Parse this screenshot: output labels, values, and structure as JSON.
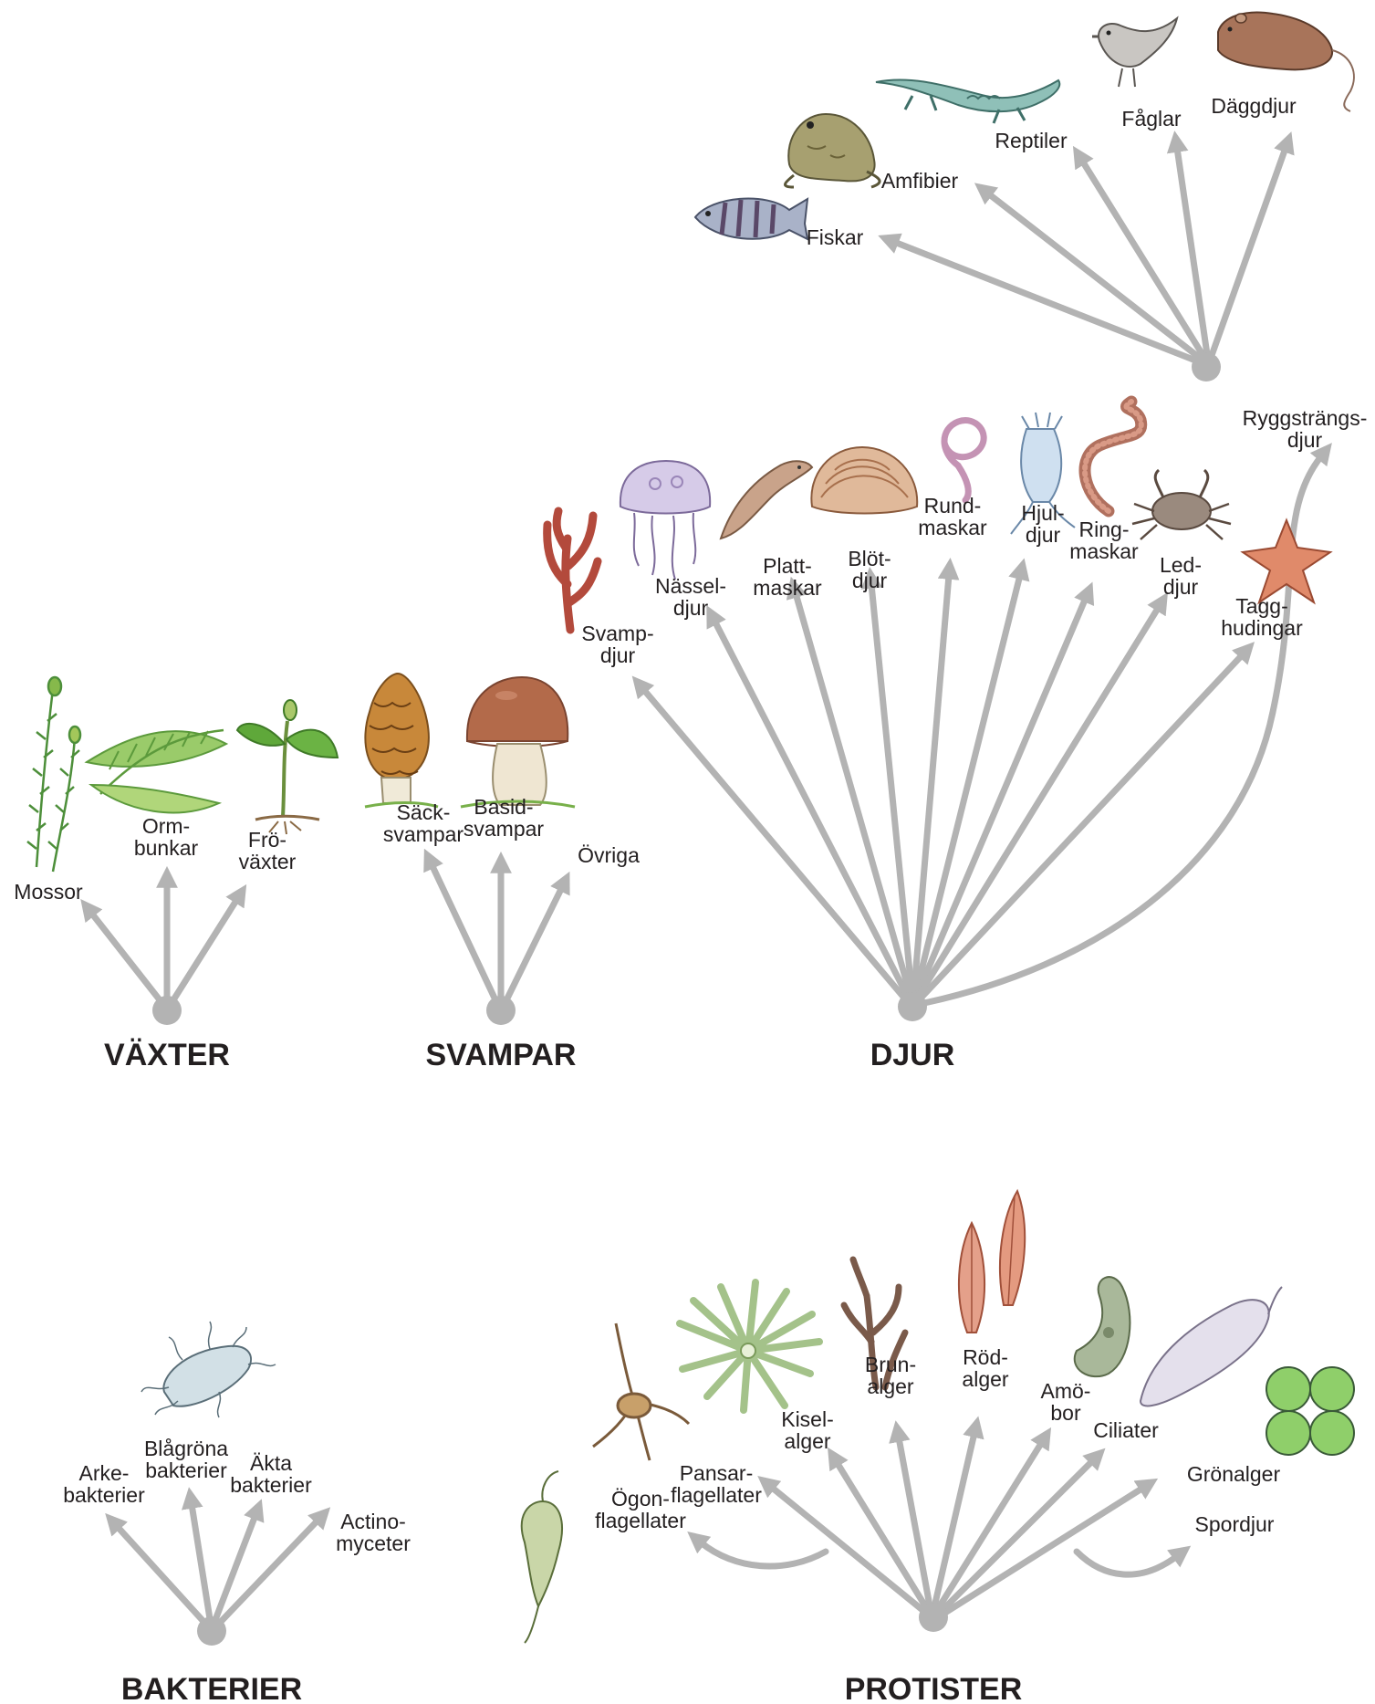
{
  "colors": {
    "arrow": "#b3b3b3",
    "text": "#231f20",
    "background": "#ffffff"
  },
  "groups": {
    "vaxter": {
      "title": "VÄXTER",
      "branches": [
        {
          "label": [
            "Mossor"
          ],
          "icon": "moss-icon"
        },
        {
          "label": [
            "Orm-",
            "bunkar"
          ],
          "icon": "fern-icon"
        },
        {
          "label": [
            "Frö-",
            "växter"
          ],
          "icon": "seedling-icon"
        }
      ]
    },
    "svampar": {
      "title": "SVAMPAR",
      "branches": [
        {
          "label": [
            "Säck-",
            "svampar"
          ],
          "icon": "morel-icon"
        },
        {
          "label": [
            "Basid-",
            "svampar"
          ],
          "icon": "mushroom-icon"
        },
        {
          "label": [
            "Övriga"
          ]
        }
      ]
    },
    "djur": {
      "title": "DJUR",
      "branches": [
        {
          "label": [
            "Svamp-",
            "djur"
          ],
          "icon": "sponge-icon"
        },
        {
          "label": [
            "Nässel-",
            "djur"
          ],
          "icon": "jellyfish-icon"
        },
        {
          "label": [
            "Platt-",
            "maskar"
          ],
          "icon": "flatworm-icon"
        },
        {
          "label": [
            "Blöt-",
            "djur"
          ],
          "icon": "shell-icon"
        },
        {
          "label": [
            "Rund-",
            "maskar"
          ],
          "icon": "roundworm-icon"
        },
        {
          "label": [
            "Hjul-",
            "djur"
          ],
          "icon": "rotifer-icon"
        },
        {
          "label": [
            "Ring-",
            "maskar"
          ],
          "icon": "earthworm-icon"
        },
        {
          "label": [
            "Led-",
            "djur"
          ],
          "icon": "crab-icon"
        },
        {
          "label": [
            "Tagg-",
            "hudingar"
          ],
          "icon": "starfish-icon"
        },
        {
          "label": [
            "Ryggsträngs-",
            "djur"
          ]
        }
      ]
    },
    "ryggstrangsdjur": {
      "branches": [
        {
          "label": [
            "Fiskar"
          ],
          "icon": "fish-icon"
        },
        {
          "label": [
            "Amfibier"
          ],
          "icon": "frog-icon"
        },
        {
          "label": [
            "Reptiler"
          ],
          "icon": "lizard-icon"
        },
        {
          "label": [
            "Fåglar"
          ],
          "icon": "bird-icon"
        },
        {
          "label": [
            "Däggdjur"
          ],
          "icon": "mouse-icon"
        }
      ]
    },
    "bakterier": {
      "title": "BAKTERIER",
      "branches": [
        {
          "label": [
            "Arke-",
            "bakterier"
          ]
        },
        {
          "label": [
            "Blågröna",
            "bakterier"
          ],
          "icon": "bacterium-icon"
        },
        {
          "label": [
            "Äkta",
            "bakterier"
          ]
        },
        {
          "label": [
            "Actino-",
            "myceter"
          ]
        }
      ]
    },
    "protister": {
      "title": "PROTISTER",
      "branches": [
        {
          "label": [
            "Ögon-",
            "flagellater"
          ],
          "icon": "euglena-icon"
        },
        {
          "label": [
            "Pansar-",
            "flagellater"
          ],
          "icon": "dinoflagellate-icon"
        },
        {
          "label": [
            "Kisel-",
            "alger"
          ],
          "icon": "diatom-icon"
        },
        {
          "label": [
            "Brun-",
            "alger"
          ],
          "icon": "brown-alga-icon"
        },
        {
          "label": [
            "Röd-",
            "alger"
          ],
          "icon": "red-alga-icon"
        },
        {
          "label": [
            "Amö-",
            "bor"
          ],
          "icon": "amoeba-icon"
        },
        {
          "label": [
            "Ciliater"
          ],
          "icon": "ciliate-icon"
        },
        {
          "label": [
            "Grönalger"
          ],
          "icon": "green-alga-icon"
        },
        {
          "label": [
            "Spordjur"
          ]
        }
      ]
    }
  }
}
